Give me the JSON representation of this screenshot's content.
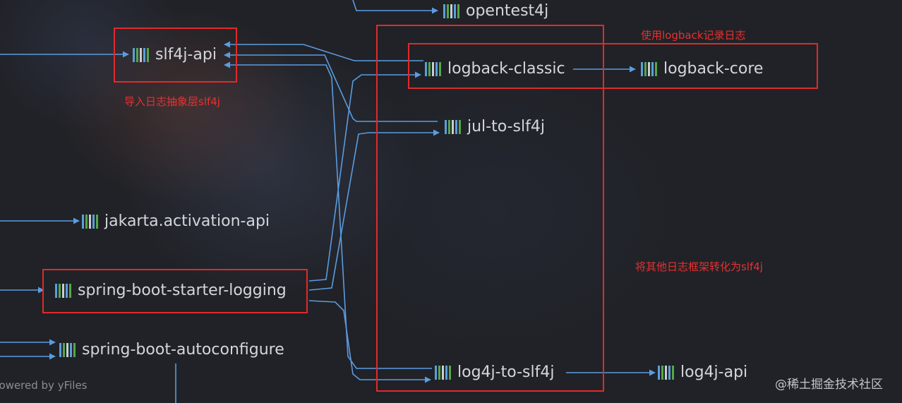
{
  "nodes": {
    "opentest4j": "opentest4j",
    "slf4j_api": "slf4j-api",
    "logback_classic": "logback-classic",
    "logback_core": "logback-core",
    "jul_to_slf4j": "jul-to-slf4j",
    "jakarta_activation_api": "jakarta.activation-api",
    "spring_boot_starter_logging": "spring-boot-starter-logging",
    "spring_boot_autoconfigure": "spring-boot-autoconfigure",
    "log4j_to_slf4j": "log4j-to-slf4j",
    "log4j_api": "log4j-api"
  },
  "annotations": {
    "logback": "使用logback记录日志",
    "slf4j_facade": "导入日志抽象层slf4j",
    "bridges": "将其他日志框架转化为slf4j"
  },
  "footer": {
    "powered_by": "Powered by yFiles",
    "watermark": "@稀土掘金技术社区"
  },
  "colors": {
    "edge": "#5b9be0",
    "highlight": "#e02a2a",
    "node_text": "#d3d6db",
    "annotation": "#e83030",
    "background": "#202227"
  }
}
